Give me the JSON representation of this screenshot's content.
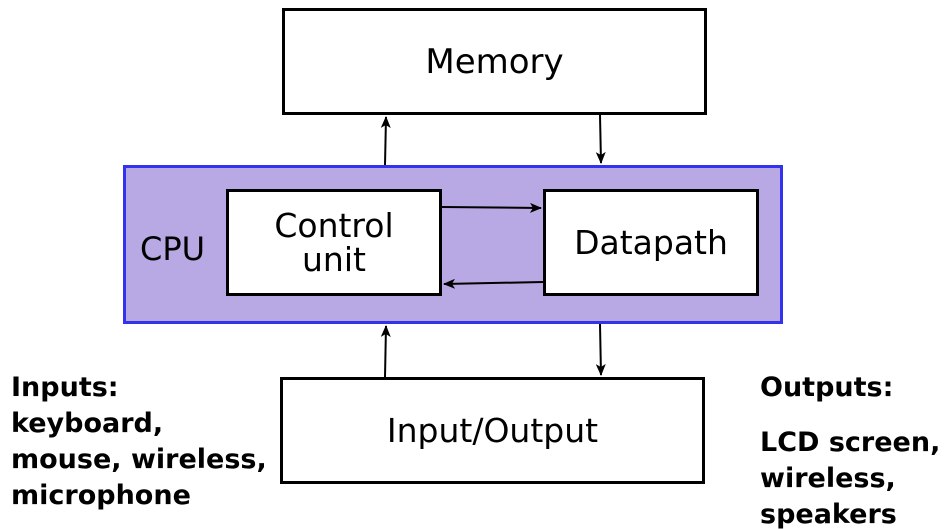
{
  "memory": {
    "label": "Memory"
  },
  "cpu": {
    "label": "CPU",
    "control_unit": {
      "line1": "Control",
      "line2": "unit"
    },
    "datapath": {
      "label": "Datapath"
    },
    "fill_color": "#b8a8e4",
    "border_color": "#3333ee"
  },
  "io": {
    "label": "Input/Output"
  },
  "inputs": {
    "title": "Inputs:",
    "lines": [
      "keyboard,",
      "mouse, wireless,",
      "microphone"
    ]
  },
  "outputs": {
    "title": "Outputs:",
    "lines": [
      "LCD screen,",
      "wireless,",
      "speakers"
    ]
  }
}
